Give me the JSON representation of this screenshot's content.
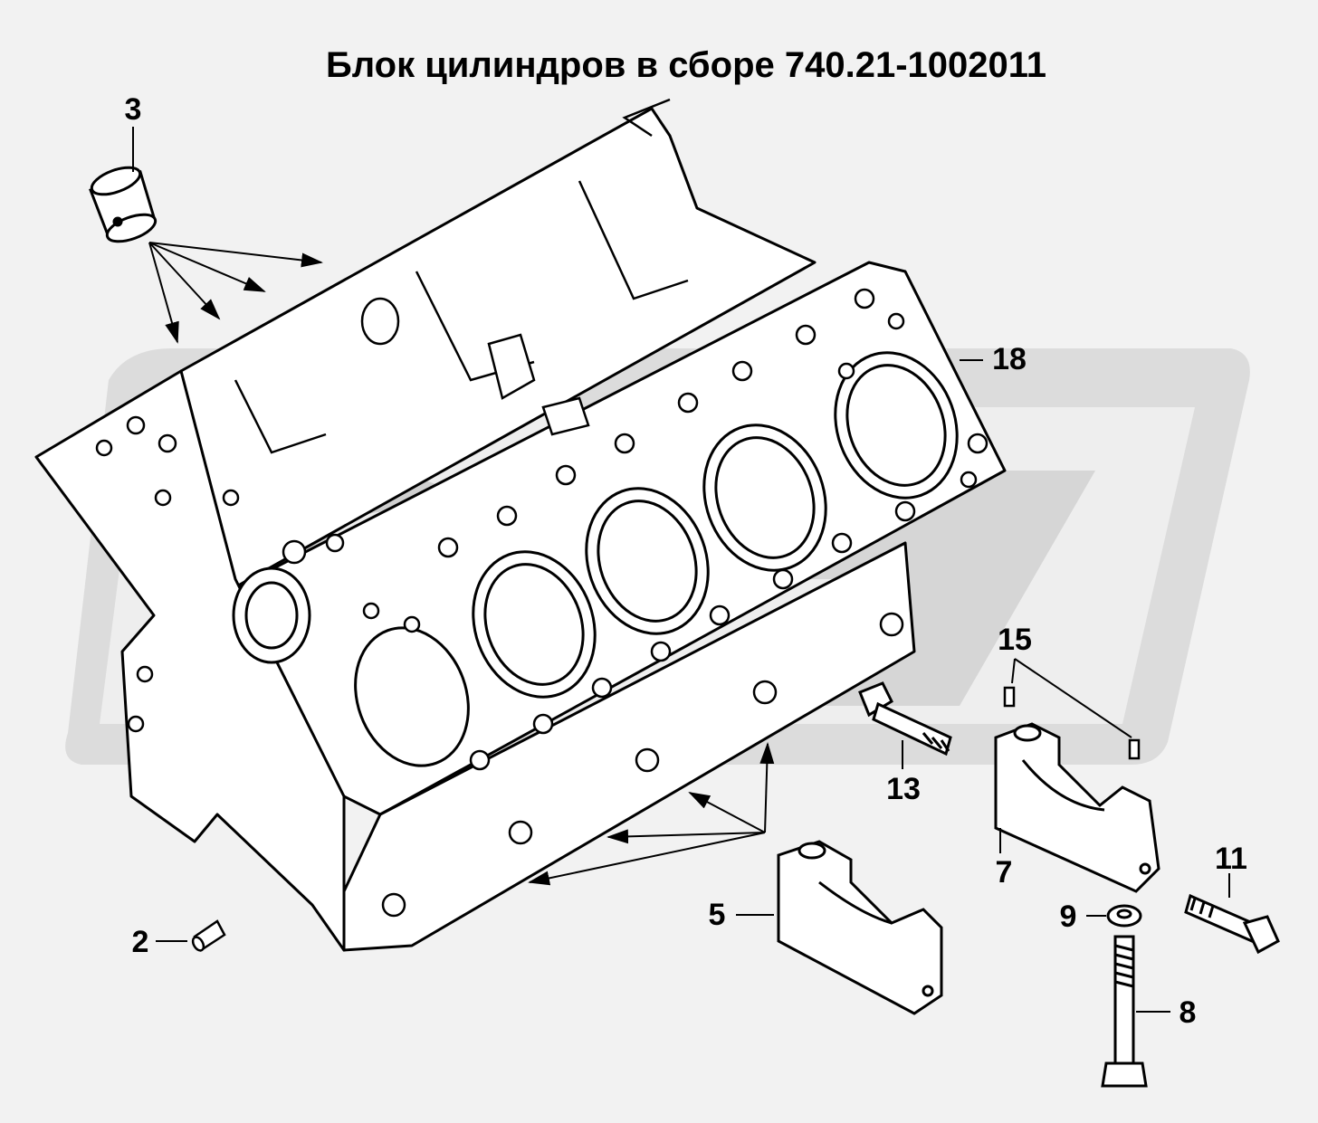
{
  "title": "Блок цилиндров в сборе 740.21-1002011",
  "watermark_color": "#d4d4d4",
  "line_color": "#000000",
  "background_color": "#f2f2f2",
  "callouts": {
    "c2": "2",
    "c3": "3",
    "c5": "5",
    "c7": "7",
    "c8": "8",
    "c9": "9",
    "c11": "11",
    "c13": "13",
    "c15": "15",
    "c18": "18"
  }
}
